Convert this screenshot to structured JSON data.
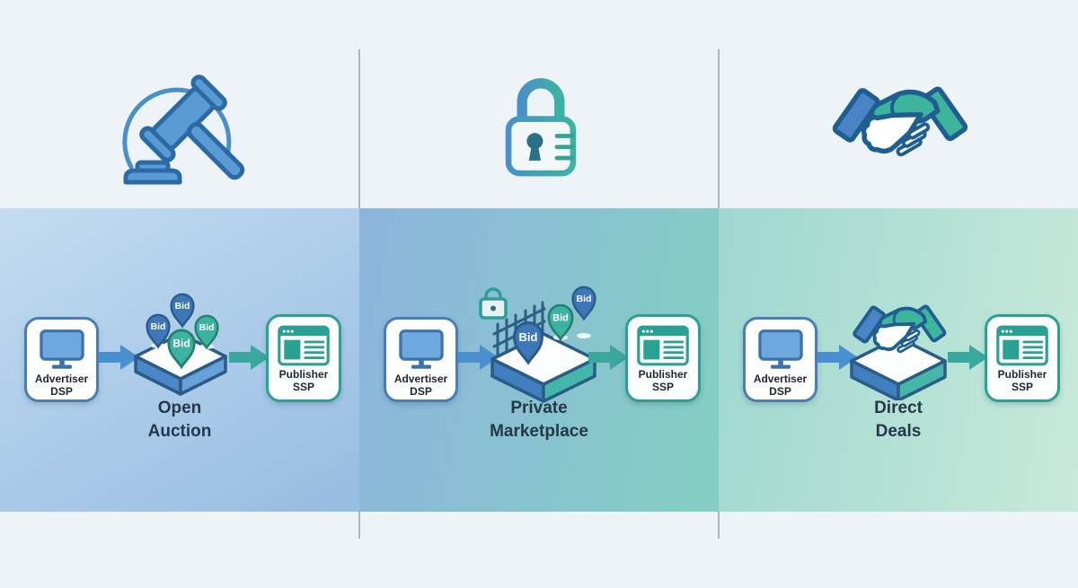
{
  "diagram_title": "programmatic-deal-types",
  "colors": {
    "background": "#edf3f6",
    "accent_blue": "#4a8fd0",
    "accent_teal": "#3aa89e",
    "outline_dark_blue": "#2b5c88",
    "box_border_blue": "#4a7db5",
    "box_border_teal": "#2ba095",
    "pin_blue": "#3d77b8",
    "pin_teal": "#3cb3a1",
    "band_left_start": "#c3dcf0",
    "band_left_end": "#97bce2",
    "band_mid_start": "#8db5de",
    "band_mid_end": "#84cfc3",
    "band_right_start": "#9ed8d0",
    "band_right_end": "#c8e9da",
    "label_text": "#24384a",
    "box_text": "#1d2633",
    "divider": "#8d9fa3"
  },
  "panels": [
    {
      "name": "open-auction",
      "top_icon": "gavel-icon",
      "source_label": "Advertiser DSP",
      "mechanism_label": "Open Auction",
      "bids": [
        "Bid",
        "Bid",
        "Bid",
        "Bid"
      ],
      "target_label": "Publisher SSP"
    },
    {
      "name": "private-marketplace",
      "top_icon": "padlock-icon",
      "source_label": "Advertiser DSP",
      "mechanism_label": "Private Marketplace",
      "bids": [
        "Bid",
        "Bid",
        "Bid"
      ],
      "target_label": "Publisher SSP"
    },
    {
      "name": "direct-deals",
      "top_icon": "handshake-icon",
      "source_label": "Advertiser DSP",
      "mechanism_label": "Direct Deals",
      "bids": [],
      "target_label": "Publisher SSP"
    }
  ]
}
